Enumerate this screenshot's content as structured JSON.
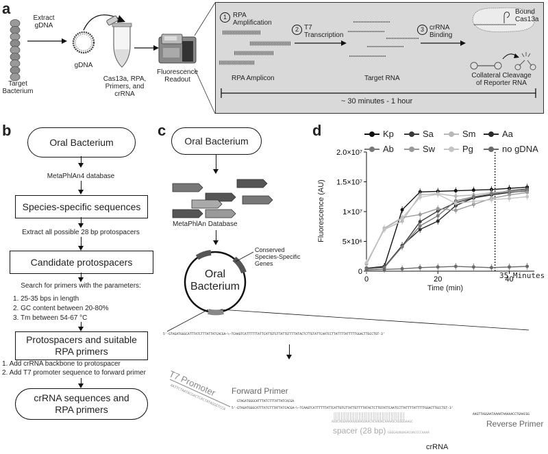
{
  "panel_a": {
    "letter": "a",
    "target_label": [
      "Target",
      "Bacterium"
    ],
    "extract_label": [
      "Extract",
      "gDNA"
    ],
    "gdna_label": "gDNA",
    "tube_label": [
      "Cas13a, RPA,",
      "Primers, and",
      "crRNA"
    ],
    "readout_label": [
      "Fluorescence",
      "Readout"
    ],
    "step1": {
      "num": "1",
      "label": [
        "RPA",
        "Amplification"
      ]
    },
    "step2": {
      "num": "2",
      "label": [
        "T7",
        "Transcription"
      ]
    },
    "step3": {
      "num": "3",
      "label": [
        "crRNA",
        "Binding"
      ]
    },
    "bound_label": [
      "Bound",
      "Cas13a"
    ],
    "amplicon_label": "RPA Amplicon",
    "target_rna_label": "Target RNA",
    "cleavage_label": [
      "Collateral Cleavage",
      "of Reporter RNA"
    ],
    "time_label": "~ 30 minutes - 1 hour"
  },
  "panel_b": {
    "letter": "b",
    "boxes": [
      "Oral Bacterium",
      "Species-specific sequences",
      "Candidate protospacers",
      "Protospacers and suitable\nRPA primers",
      "crRNA sequences and\nRPA primers"
    ],
    "step1": "MetaPhlAn4 database",
    "step2": "Extract all possible 28 bp protospacers",
    "step3_title": "Search for primers with the parameters:",
    "step3_items": [
      "1. 25-35 bps in length",
      "2. GC content between 20-80%",
      "3. Tm between 54-67 °C"
    ],
    "step4_items": [
      "1. Add crRNA backbone to protospacer",
      "2. Add T7 promoter sequence to forward primer"
    ]
  },
  "panel_c": {
    "letter": "c",
    "oral_box": "Oral Bacterium",
    "database_label": "MetaPhlAn Database",
    "conserved_label": [
      "Conserved",
      "Species-Specific",
      "Genes"
    ],
    "circle_label": [
      "Oral",
      "Bacterium"
    ],
    "seq_top": "5'-GTAGATGGGCATTTATCTTTATTATCACGA—\\—TCAAGTCATTTTTTATTCATTGTGTTATTGTTTTATACTCTTGTATTCAATCCTTATTTTATTTTTGGACTTGCCTGT-3'",
    "t7_label": "T7 Promoter",
    "t7_seq": "AATTCTAATACGACTCACTATAGGGTCCA",
    "forward_label": "Forward Primer",
    "forward_seq": "GTAGATGGGCATTTATCTTTATTATCACGA",
    "seq_bottom": "5'-GTAGATGGGCATTTATCTTTATTATCACGA—\\—TCAAGTCATTTTTTATTCATTGTGTTATTGTTTTATACTCTTGTATTCAATCCTTATTTTATTTTTGGACTTGCCTGT-3'",
    "reverse_seq": "AAGTTAGGAATAAAATAAAAACCTGAACGG",
    "crrna_seq1": "AGUCAGUAAAAAAUAAGUAACACAAUACAAAAUCAGGGGAAGC",
    "crrna_seq2": "GGGGAUUUAGACUACCCCAAAA",
    "spacer_label": "spacer (28 bp)",
    "reverse_label": "Reverse Primer",
    "crrna_label": "crRNA"
  },
  "panel_d": {
    "letter": "d",
    "legend": [
      {
        "name": "Kp",
        "color": "#111111",
        "marker": "circle"
      },
      {
        "name": "Sa",
        "color": "#3a3a3a",
        "marker": "circle"
      },
      {
        "name": "Sm",
        "color": "#b8b8b8",
        "marker": "circle"
      },
      {
        "name": "Aa",
        "color": "#2a2a2a",
        "marker": "circle"
      },
      {
        "name": "Ab",
        "color": "#7a7a7a",
        "marker": "circle"
      },
      {
        "name": "Sw",
        "color": "#9a9a9a",
        "marker": "circle"
      },
      {
        "name": "Pg",
        "color": "#c4c4c4",
        "marker": "circle"
      },
      {
        "name": "no gDNA",
        "color": "#6a6a6a",
        "marker": "circle"
      }
    ],
    "annotation": "35 Minutes"
  },
  "chart_data": {
    "type": "line",
    "title": "",
    "xlabel": "Time (min)",
    "ylabel": "Fluorescence (AU)",
    "xlim": [
      0,
      47
    ],
    "ylim": [
      0,
      20000000
    ],
    "x_ticks": [
      0,
      20,
      40
    ],
    "y_ticks": [
      0,
      5000000,
      10000000,
      15000000,
      20000000
    ],
    "y_tick_labels": [
      "0",
      "5×10⁶",
      "1×10⁷",
      "1.5×10⁷",
      "2.0×10⁷"
    ],
    "vline_x": 36,
    "x": [
      0,
      5,
      10,
      15,
      20,
      25,
      30,
      35,
      40,
      45
    ],
    "series": [
      {
        "name": "Kp",
        "values": [
          500000,
          800000,
          10300000,
          13300000,
          13400000,
          13500000,
          13600000,
          13700000,
          13900000,
          14100000
        ]
      },
      {
        "name": "Sa",
        "values": [
          400000,
          600000,
          4200000,
          8300000,
          10100000,
          11500000,
          12300000,
          13000000,
          13500000,
          13800000
        ]
      },
      {
        "name": "Sm",
        "values": [
          1300000,
          7000000,
          8400000,
          12800000,
          13000000,
          12600000,
          12800000,
          13200000,
          13400000,
          13600000
        ]
      },
      {
        "name": "Aa",
        "values": [
          500000,
          700000,
          4300000,
          7000000,
          8400000,
          11000000,
          12300000,
          12800000,
          13200000,
          13500000
        ]
      },
      {
        "name": "Ab",
        "values": [
          400000,
          600000,
          4100000,
          7600000,
          9300000,
          11800000,
          12500000,
          13000000,
          13300000,
          13400000
        ]
      },
      {
        "name": "Sw",
        "values": [
          1200000,
          7200000,
          9000000,
          9500000,
          10500000,
          10200000,
          11200000,
          12200000,
          12800000,
          13200000
        ]
      },
      {
        "name": "Pg",
        "values": [
          1400000,
          7100000,
          8900000,
          12400000,
          12900000,
          11400000,
          11700000,
          12000000,
          12200000,
          12500000
        ]
      },
      {
        "name": "no gDNA",
        "values": [
          200000,
          300000,
          400000,
          600000,
          700000,
          800000,
          700000,
          600000,
          700000,
          800000
        ]
      }
    ]
  }
}
